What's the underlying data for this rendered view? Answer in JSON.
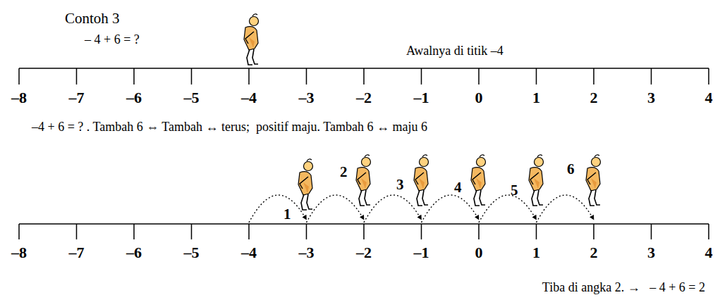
{
  "diagram": {
    "labels": [
      "Contoh 3",
      "– 4 + 6 = ?",
      "Awalnya di titik –4",
      "–8",
      "–7",
      "–6",
      "–5",
      "–4",
      "–3",
      "–2",
      "–1",
      "0",
      "1",
      "2",
      "3",
      "4",
      "–4 + 6 = ? . Tambah 6 ⇔ Tambah ↔ terus;  positif maju. Tambah 6 ↔ maju 6",
      "1",
      "2",
      "3",
      "4",
      "5",
      "6",
      "–8",
      "–7",
      "–6",
      "–5",
      "–4",
      "–3",
      "–2",
      "–1",
      "0",
      "1",
      "2",
      "3",
      "4",
      "Tiba di angka 2. →   – 4 + 6 = 2"
    ]
  }
}
